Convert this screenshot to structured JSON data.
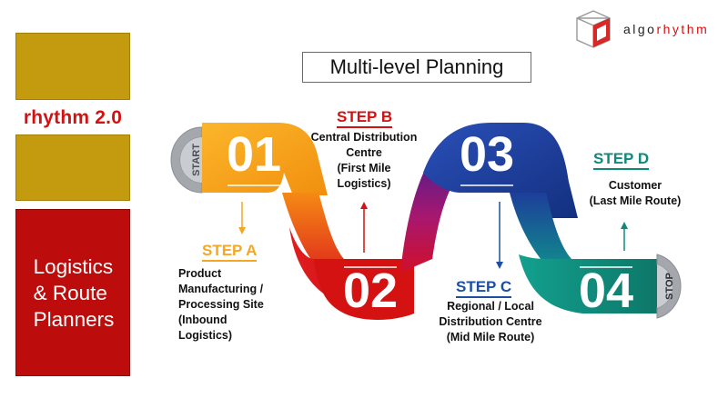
{
  "sidebar": {
    "rhythm_label": "rhythm 2.0",
    "planners_label": "Logistics\n& Route\nPlanners"
  },
  "header": {
    "title": "Multi-level Planning"
  },
  "logo": {
    "word_part1": "algo",
    "word_part2": "rhythm"
  },
  "diagram": {
    "start_label": "START",
    "stop_label": "STOP",
    "numbers": [
      "01",
      "02",
      "03",
      "04"
    ],
    "steps": [
      {
        "title": "STEP A",
        "desc": "Product\nManufacturing /\nProcessing Site\n(Inbound\nLogistics)",
        "color": "#f5a623"
      },
      {
        "title": "STEP B",
        "desc": "Central Distribution\nCentre\n(First Mile\nLogistics)",
        "color": "#d41111"
      },
      {
        "title": "STEP C",
        "desc": "Regional / Local\nDistribution Centre\n(Mid Mile Route)",
        "color": "#1c4fa3"
      },
      {
        "title": "STEP D",
        "desc": "Customer\n(Last Mile Route)",
        "color": "#0e8a7a"
      }
    ]
  },
  "colors": {
    "gold": "#c49a0e",
    "red_sidebar": "#bc0c0c",
    "rhythm_red": "#d41111",
    "orange": "#f5a623",
    "red": "#e0231c",
    "blue": "#1c3f99",
    "teal": "#0f8a80"
  }
}
